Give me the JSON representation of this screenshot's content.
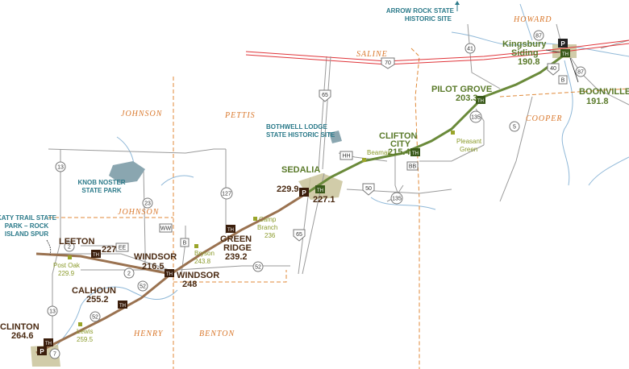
{
  "counties": [
    "HOWARD",
    "SALINE",
    "JOHNSON",
    "PETTIS",
    "COOPER",
    "JOHNSON",
    "HENRY",
    "BENTON"
  ],
  "parks": [
    {
      "l1": "ARROW ROCK STATE",
      "l2": "HISTORIC SITE"
    },
    {
      "l1": "BOTHWELL LODGE",
      "l2": "STATE HISTORIC SITE"
    },
    {
      "l1": "KNOB NOSTER",
      "l2": "STATE PARK"
    },
    {
      "l1": "KATY TRAIL STATE",
      "l2": "PARK – ROCK",
      "l3": "ISLAND SPUR"
    }
  ],
  "trailheads": [
    {
      "name": "LEETON",
      "mile": "227"
    },
    {
      "name": "WINDSOR",
      "mile": "216.5"
    },
    {
      "name": "WINDSOR",
      "mile": "248"
    },
    {
      "name": "CALHOUN",
      "mile": "255.2"
    },
    {
      "name": "CLINTON",
      "mile": "264.6"
    },
    {
      "name": "GREEN",
      "name2": "RIDGE",
      "mile": "239.2"
    },
    {
      "name": "SEDALIA",
      "mile": "227.1",
      "mile_alt": "229.9"
    },
    {
      "name": "CLIFTON",
      "name2": "CITY",
      "mile": "215.4"
    },
    {
      "name": "PILOT GROVE",
      "mile": "203.3"
    },
    {
      "name": "Kingsbury",
      "name2": "Siding",
      "mile": "190.8"
    },
    {
      "name": "BOONVILLE",
      "mile": "191.8"
    }
  ],
  "stops": [
    {
      "name": "Post Oak",
      "mile": "229.9"
    },
    {
      "name": "Bryson",
      "mile": "243.8"
    },
    {
      "name": "Camp",
      "name2": "Branch",
      "mile": "236"
    },
    {
      "name": "Lewis",
      "mile": "259.5"
    },
    {
      "name": "Beaman"
    },
    {
      "name": "Pleasant",
      "name2": "Green"
    }
  ],
  "routes": [
    "13",
    "2",
    "2",
    "23",
    "WW",
    "EE",
    "B",
    "127",
    "52",
    "52",
    "52",
    "13",
    "7",
    "65",
    "65",
    "HH",
    "50",
    "135",
    "BB",
    "135",
    "70",
    "41",
    "87",
    "40",
    "B",
    "87",
    "5"
  ],
  "symbols": {
    "trailhead": "TH",
    "parking": "P"
  },
  "colors": {
    "katy_trail": "#9a7250",
    "rock_island": "#6a8a3a",
    "county_line": "#e08a3a",
    "interstate": "#e0353a",
    "park_area": "#8aa6b0",
    "river": "#8fb8d8"
  }
}
